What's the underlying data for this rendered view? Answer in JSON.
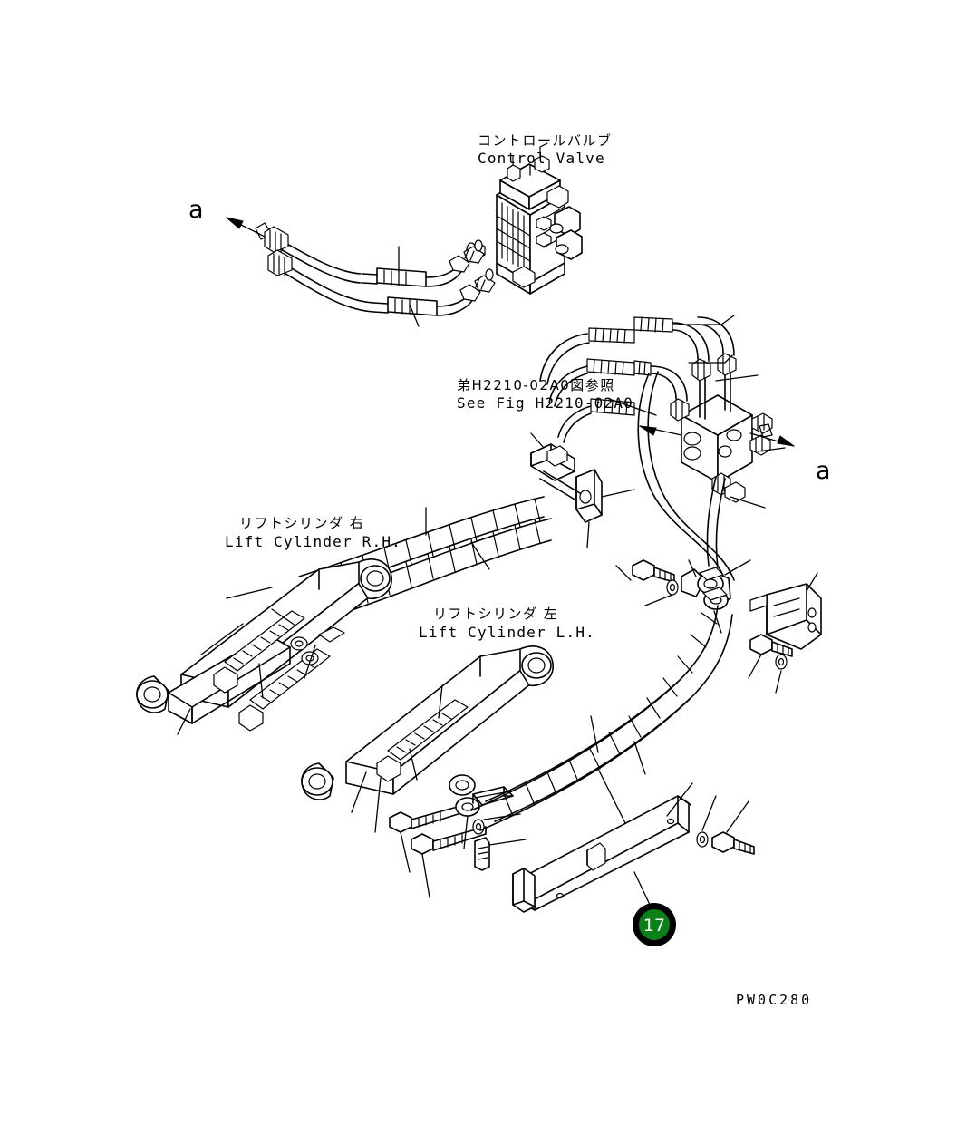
{
  "sheet": {
    "title": "Hydraulic Piping Parts Diagram",
    "drawing_code": "PW0C280",
    "background_color": "#ffffff",
    "line_color": "#000000"
  },
  "labels": {
    "control_valve": {
      "jp": "コントロールバルブ",
      "en": "Control Valve"
    },
    "see_fig": {
      "jp": "弟H2210-02A0図参照",
      "en": "See Fig H2210-02A0"
    },
    "lift_cylinder_rh": {
      "jp": "リフトシリンダ 右",
      "en": "Lift Cylinder R.H."
    },
    "lift_cylinder_lh": {
      "jp": "リフトシリンダ 左",
      "en": "Lift Cylinder L.H."
    },
    "section_left": "a",
    "section_right": "a"
  },
  "callouts": [
    {
      "number": "17",
      "fill_color": "#0a8018",
      "ring_color": "#000000",
      "text_color": "#ffffff"
    }
  ]
}
